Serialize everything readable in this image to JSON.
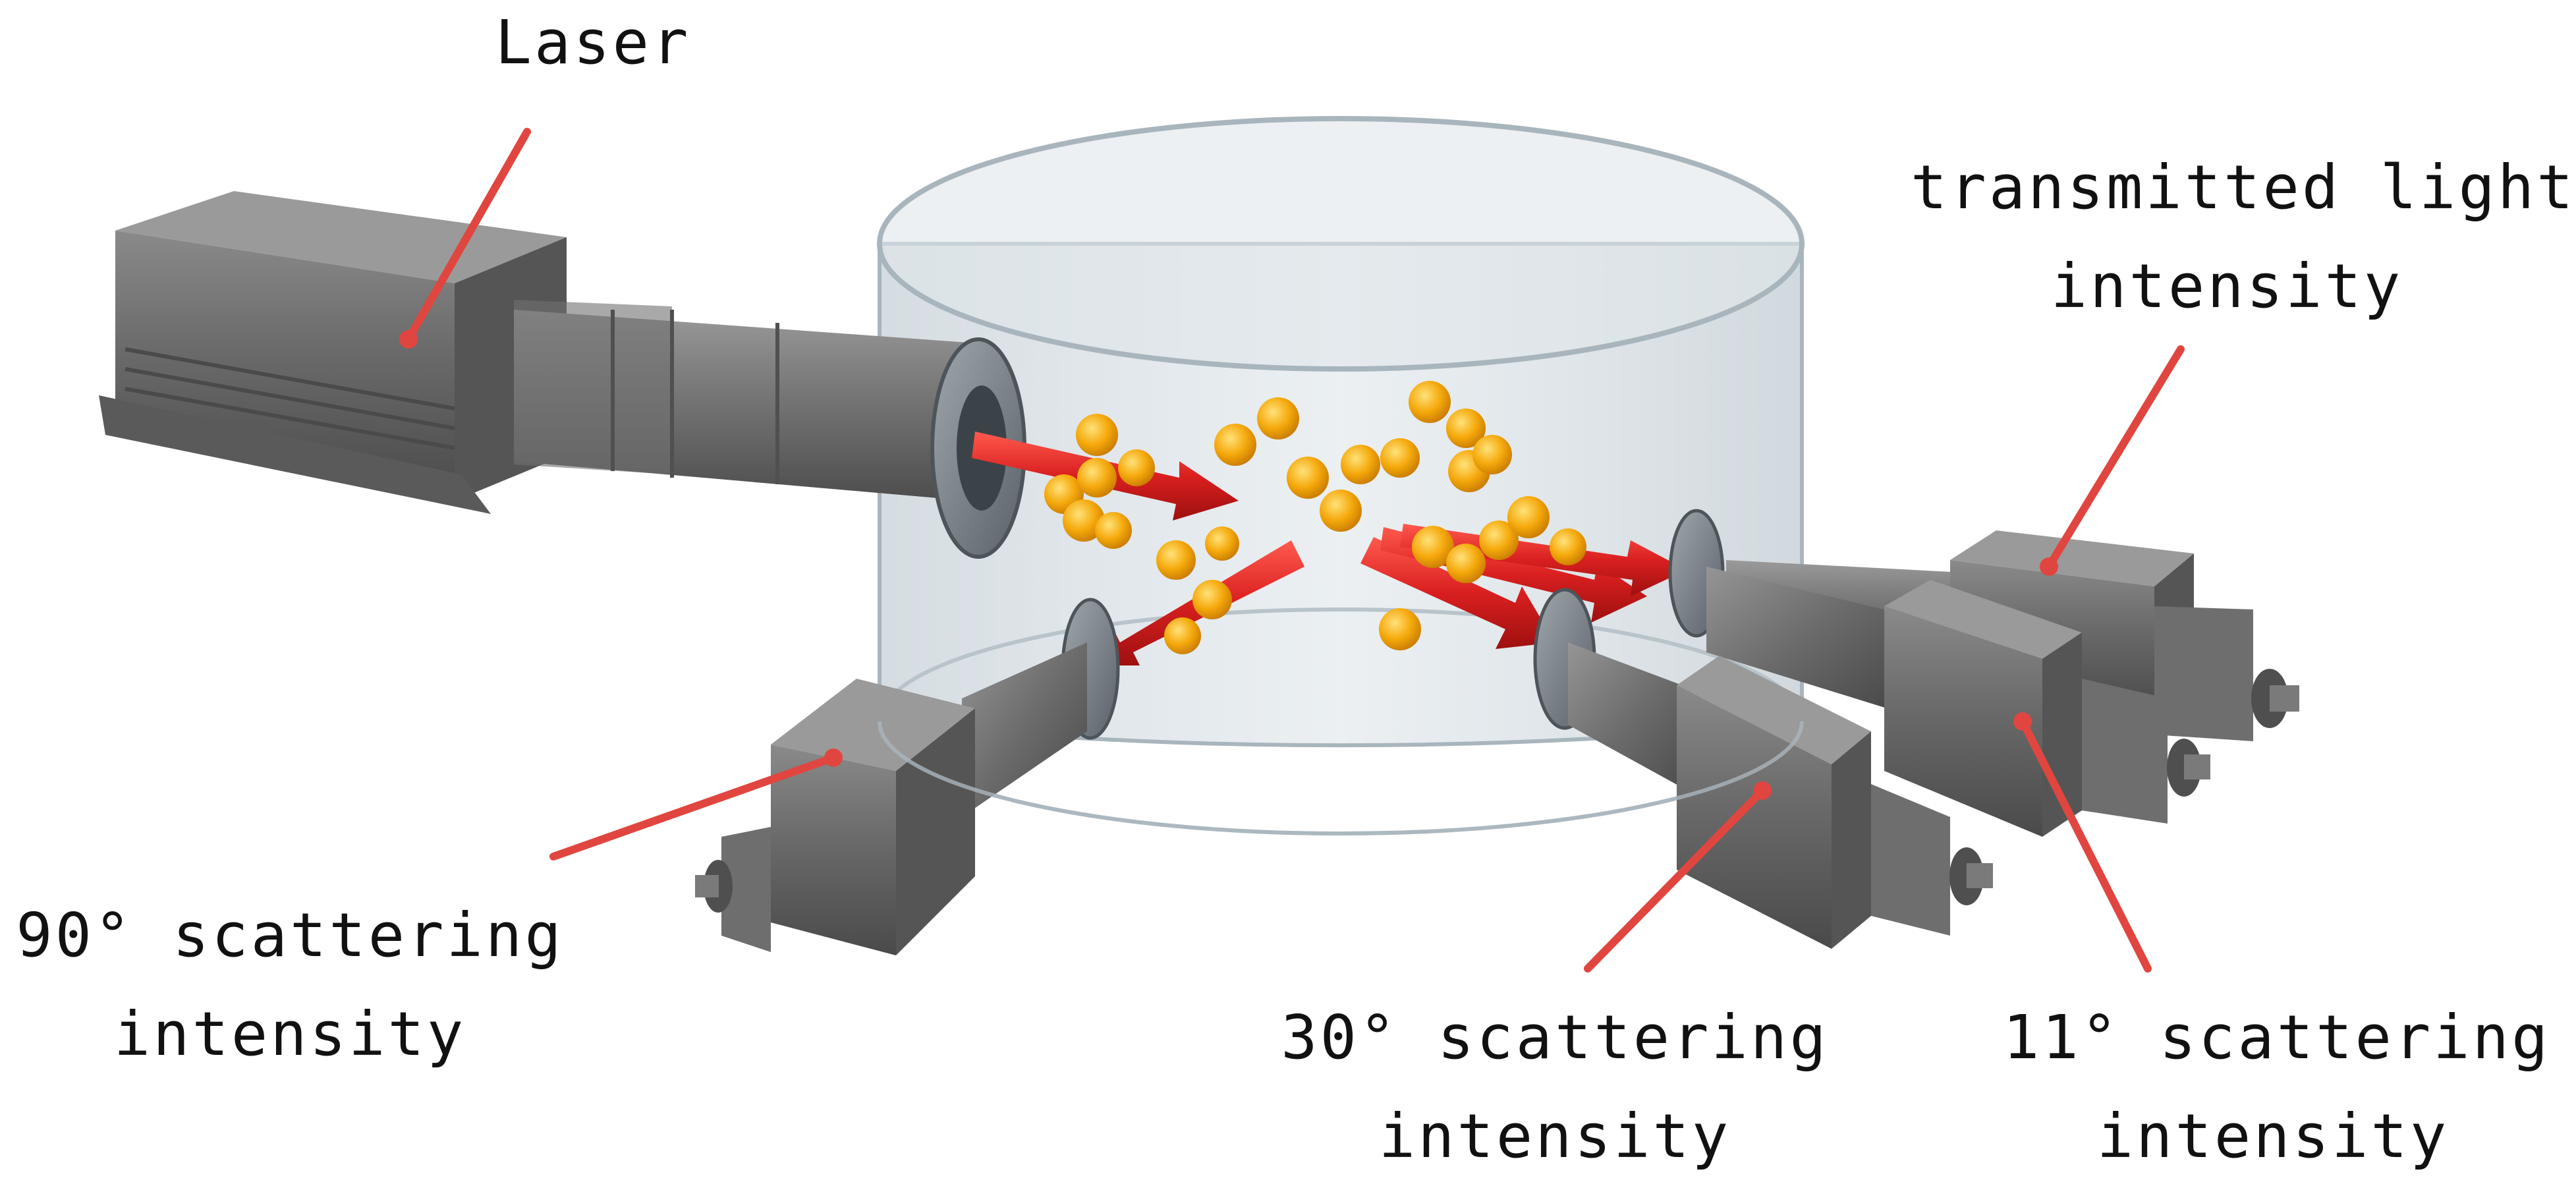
{
  "labels": {
    "laser": "Laser",
    "transmitted_line1": "transmitted light",
    "transmitted_line2": "intensity",
    "scatter90_line1": "90° scattering",
    "scatter90_line2": "intensity",
    "scatter30_line1": "30° scattering",
    "scatter30_line2": "intensity",
    "scatter11_line1": "11° scattering",
    "scatter11_line2": "intensity"
  },
  "components": [
    {
      "name": "laser",
      "icon": "laser-device-icon"
    },
    {
      "name": "sample-cell",
      "icon": "glass-cylinder-icon"
    },
    {
      "name": "particles",
      "icon": "sphere-icon"
    },
    {
      "name": "light-beams",
      "icon": "arrow-icon"
    },
    {
      "name": "detector-90",
      "icon": "detector-icon"
    },
    {
      "name": "detector-30",
      "icon": "detector-icon"
    },
    {
      "name": "detector-11",
      "icon": "detector-icon"
    },
    {
      "name": "detector-transmitted",
      "icon": "detector-icon"
    }
  ],
  "colors": {
    "leader_line": "#e0463f",
    "beam": "#d91f1f",
    "particle": "#f2a20a",
    "device": "#6b6b6b",
    "glass": "#cfd8de"
  }
}
